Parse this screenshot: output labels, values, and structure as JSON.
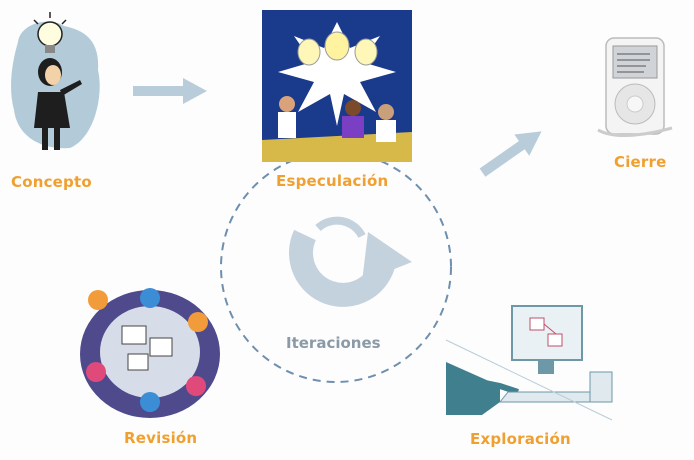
{
  "stages": {
    "concepto": "Concepto",
    "especulacion": "Especulación",
    "cierre": "Cierre",
    "revision": "Revisión",
    "exploracion": "Exploración"
  },
  "center_label": "Iteraciones",
  "colors": {
    "label_orange": "#f0a030",
    "arrow_blue": "#b8ccd9",
    "dashed_circle": "#6e8fae",
    "center_text": "#8a9aa6"
  },
  "icons": [
    "thinking-woman-icon",
    "brainstorm-meeting-icon",
    "ipod-icon",
    "team-review-icon",
    "computer-user-icon",
    "cycle-arrow-icon"
  ]
}
